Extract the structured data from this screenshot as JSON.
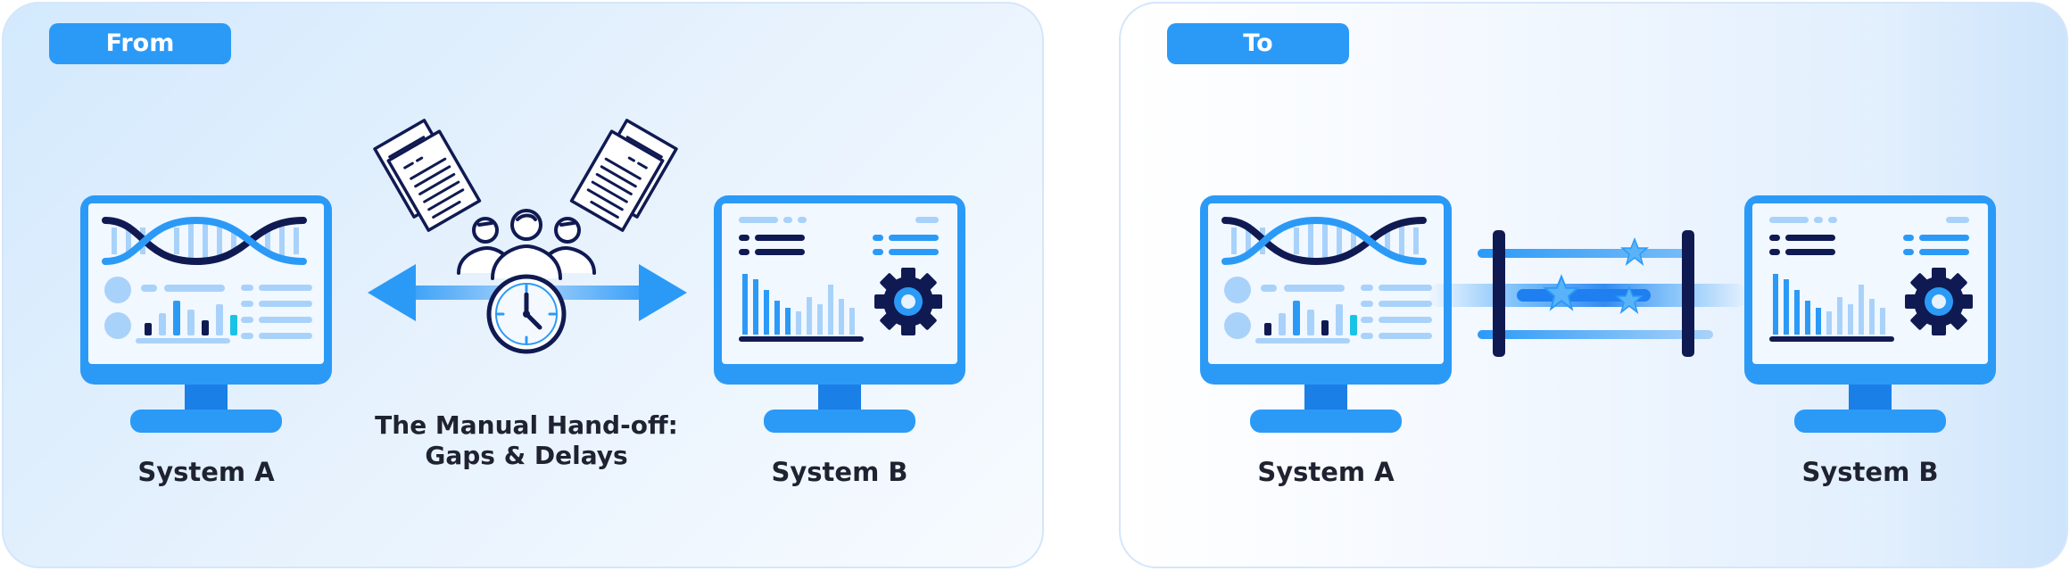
{
  "from_panel": {
    "tag": "From",
    "left_label": "System A",
    "right_label": "System B",
    "caption_line1": "The Manual Hand-off:",
    "caption_line2": "Gaps & Delays"
  },
  "to_panel": {
    "tag": "To",
    "left_label": "System A",
    "right_label": "System B"
  },
  "colors": {
    "accent": "#2b9af7",
    "dark": "#101a52",
    "light": "#a9d2fa",
    "panel_bg": "#dcecfd",
    "cyan": "#19c3e6"
  },
  "icons": [
    "monitor-icon",
    "dna-icon",
    "bar-chart-icon",
    "gear-icon",
    "documents-icon",
    "people-icon",
    "clock-icon",
    "double-arrow-icon",
    "integration-bridge-icon",
    "star-icon"
  ]
}
